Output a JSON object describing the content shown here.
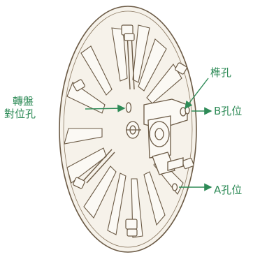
{
  "labels": {
    "turntable_line1": "轉盤",
    "turntable_line2": "對位孔",
    "pin_hole": "榫孔",
    "b_hole": "B孔位",
    "a_hole": "A孔位"
  },
  "colors": {
    "label": "#2e8b57",
    "outline": "#6b5a45",
    "fill": "#f6f2ea"
  }
}
